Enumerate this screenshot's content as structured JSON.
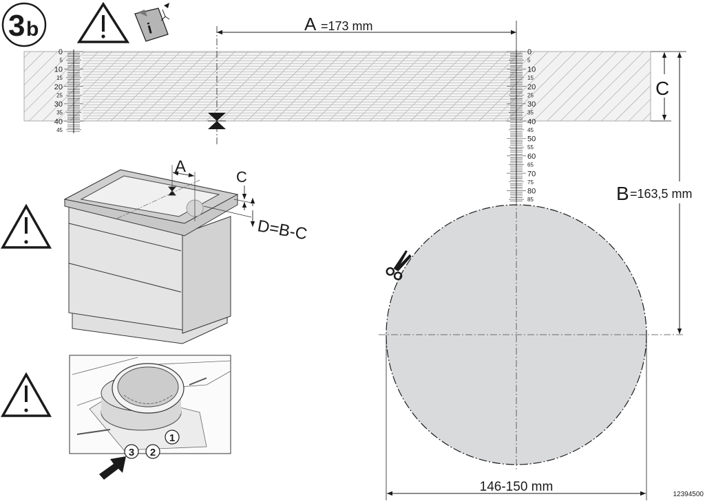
{
  "step_badge": {
    "number": "3",
    "suffix": "b"
  },
  "dimensions": {
    "a_letter": "A",
    "a_value": "=173 mm",
    "b_letter": "B",
    "b_value": "=163,5 mm",
    "c_letter": "C",
    "diameter": "146-150 mm"
  },
  "cabinet_labels": {
    "a": "A",
    "c": "C",
    "d_formula": "D=B-C"
  },
  "ruler_left": {
    "major": [
      "0",
      "10",
      "20",
      "30",
      "40"
    ],
    "minor": [
      "5",
      "15",
      "25",
      "35",
      "45"
    ]
  },
  "ruler_right": {
    "major": [
      "0",
      "10",
      "20",
      "30",
      "40",
      "50",
      "60",
      "70",
      "80"
    ],
    "minor": [
      "5",
      "15",
      "25",
      "35",
      "45",
      "55",
      "65",
      "75",
      "85"
    ]
  },
  "photo_callouts": [
    "1",
    "2",
    "3"
  ],
  "document_code": "12394500",
  "colors": {
    "ink": "#1a1a1a",
    "fill_gray": "#d9dadb",
    "hatch_bg": "#f2f2f2",
    "cabinet": "#e4e4e4"
  }
}
